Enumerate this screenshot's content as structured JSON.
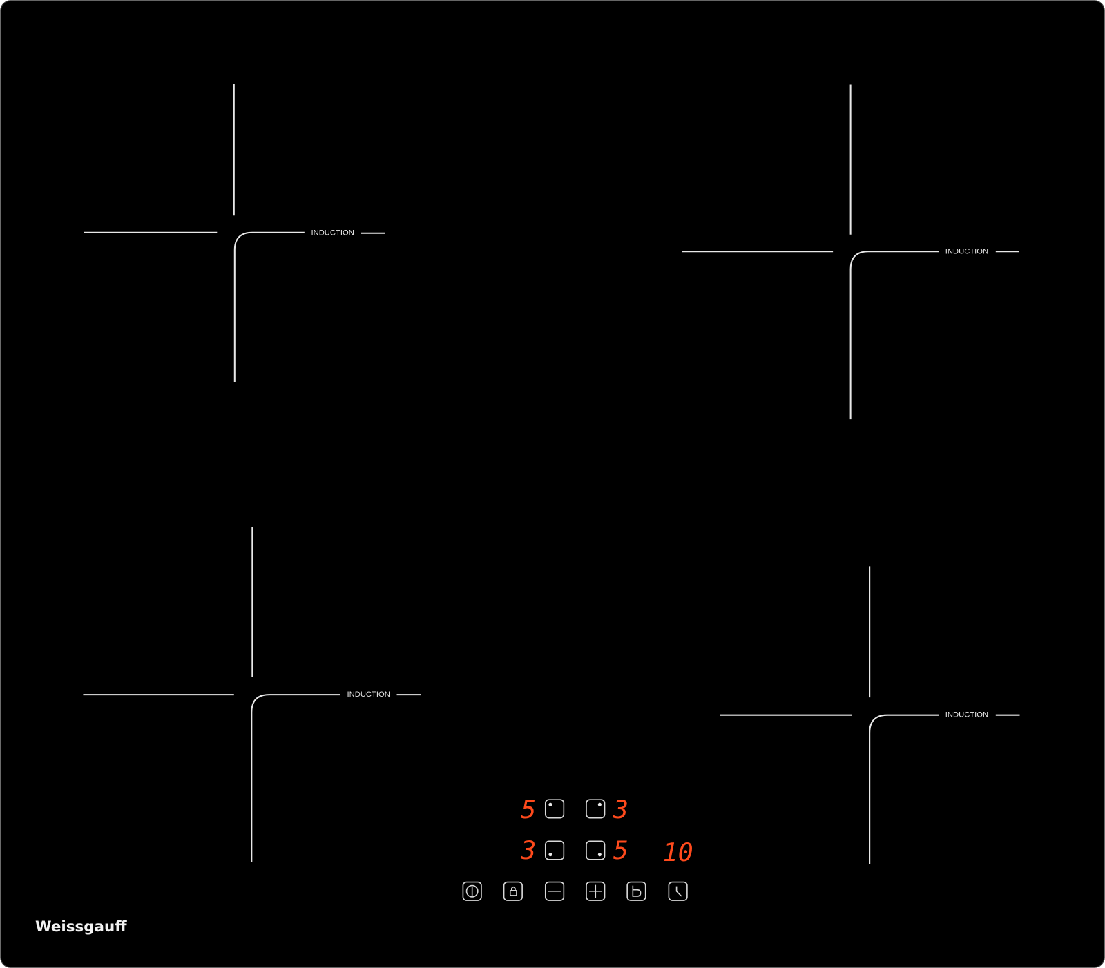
{
  "brand": "Weissgauff",
  "zones": [
    {
      "label": "INDUCTION",
      "power_level": "5"
    },
    {
      "label": "INDUCTION",
      "power_level": "3"
    },
    {
      "label": "INDUCTION",
      "power_level": "3"
    },
    {
      "label": "INDUCTION",
      "power_level": "5"
    }
  ],
  "timer_display": "10",
  "controls": [
    "power-icon",
    "lock-icon",
    "minus-icon",
    "plus-icon",
    "boost-icon",
    "timer-icon"
  ],
  "colors": {
    "glass": "#000000",
    "display": "#ff4a1c",
    "print": "#e8e8e8"
  }
}
